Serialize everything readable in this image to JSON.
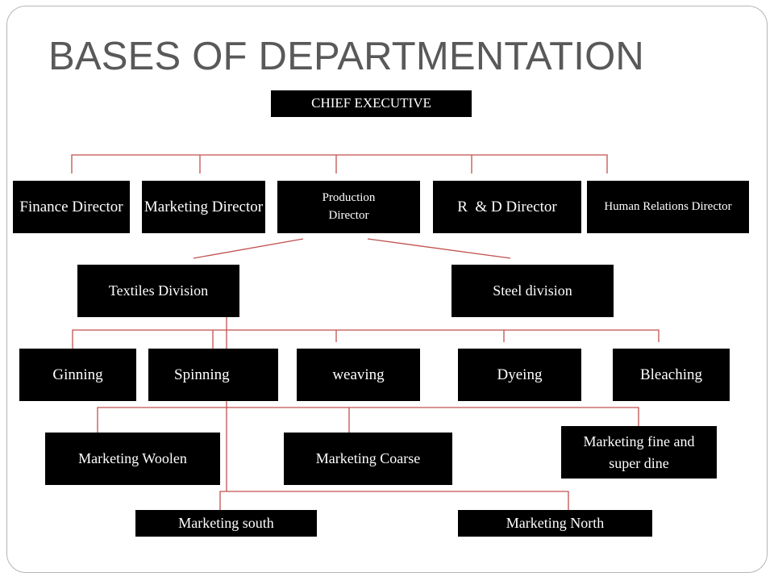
{
  "slide": {
    "title": "BASES OF DEPARTMENTATION"
  },
  "colors": {
    "box": "#000000",
    "box_text": "#ffffff",
    "connector": "#c0504d",
    "title": "#595959"
  },
  "chart": {
    "root": "CHIEF EXECUTIVE",
    "directors": {
      "finance": "Finance Director",
      "marketing": "Marketing Director",
      "production": "Production Director",
      "rnd": "R  & D Director",
      "hr": "Human Relations Director"
    },
    "divisions": {
      "textiles": "Textiles Division",
      "steel": "Steel division"
    },
    "processes": {
      "ginning": "Ginning",
      "spinning": "Spinning",
      "weaving": "weaving",
      "dyeing": "Dyeing",
      "bleaching": "Bleaching"
    },
    "products": {
      "woolen": "Marketing Woolen",
      "coarse": "Marketing Coarse",
      "fine": "Marketing fine and super dine"
    },
    "regions": {
      "south": "Marketing south",
      "north": "Marketing North"
    }
  }
}
